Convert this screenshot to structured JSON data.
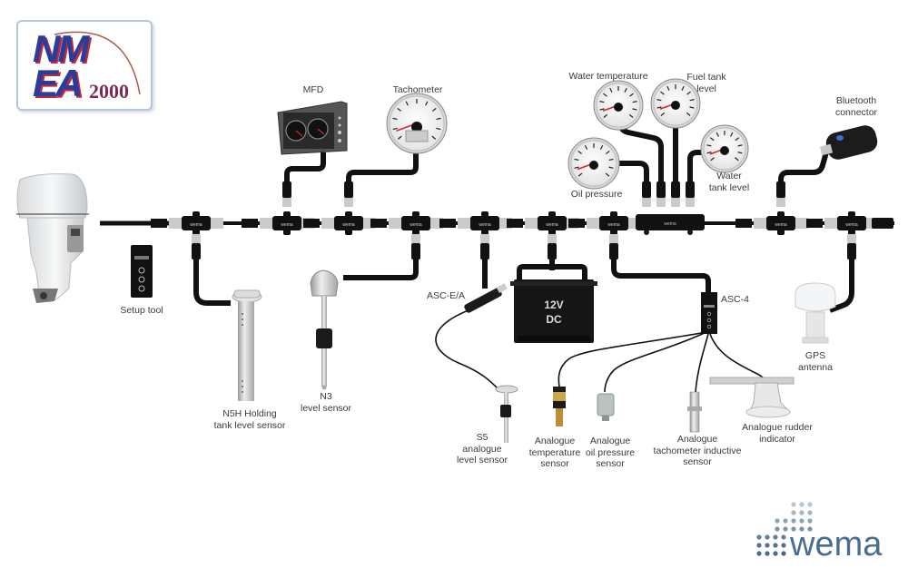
{
  "title": "NMEA 2000 network diagram",
  "logos": {
    "nmea_line1": "NM",
    "nmea_line2": "EA",
    "nmea_suffix": "2000",
    "brand": "wema"
  },
  "devices": {
    "mfd": "MFD",
    "tachometer": "Tachometer",
    "water_temperature": "Water temperature",
    "fuel_tank_level": "Fuel tank\nlevel",
    "oil_pressure": "Oil pressure",
    "water_tank_level": "Water\ntank level",
    "bluetooth_connector": "Bluetooth\nconnector",
    "setup_tool": "Setup tool",
    "n5h_sensor": "N5H Holding\ntank level sensor",
    "n3_sensor": "N3\nlevel sensor",
    "asc_ea": "ASC-E/A",
    "battery": "12V\nDC",
    "asc4": "ASC-4",
    "s5_sensor": "S5\nanalogue\nlevel sensor",
    "analogue_temp": "Analogue\ntemperature\nsensor",
    "analogue_oil": "Analogue\noil pressure\nsensor",
    "analogue_tacho": "Analogue\ntachometer inductive\nsensor",
    "analogue_rudder": "Analogue rudder\nindicator",
    "gps_antenna": "GPS\nantenna"
  },
  "connector_brand": "wema",
  "colors": {
    "cable": "#111111",
    "connector_grey": "#c9ccc9",
    "nmea_blue": "#2b3d9a",
    "nmea_red": "#c22a3a",
    "wema_blue": "#4a6c8f"
  }
}
